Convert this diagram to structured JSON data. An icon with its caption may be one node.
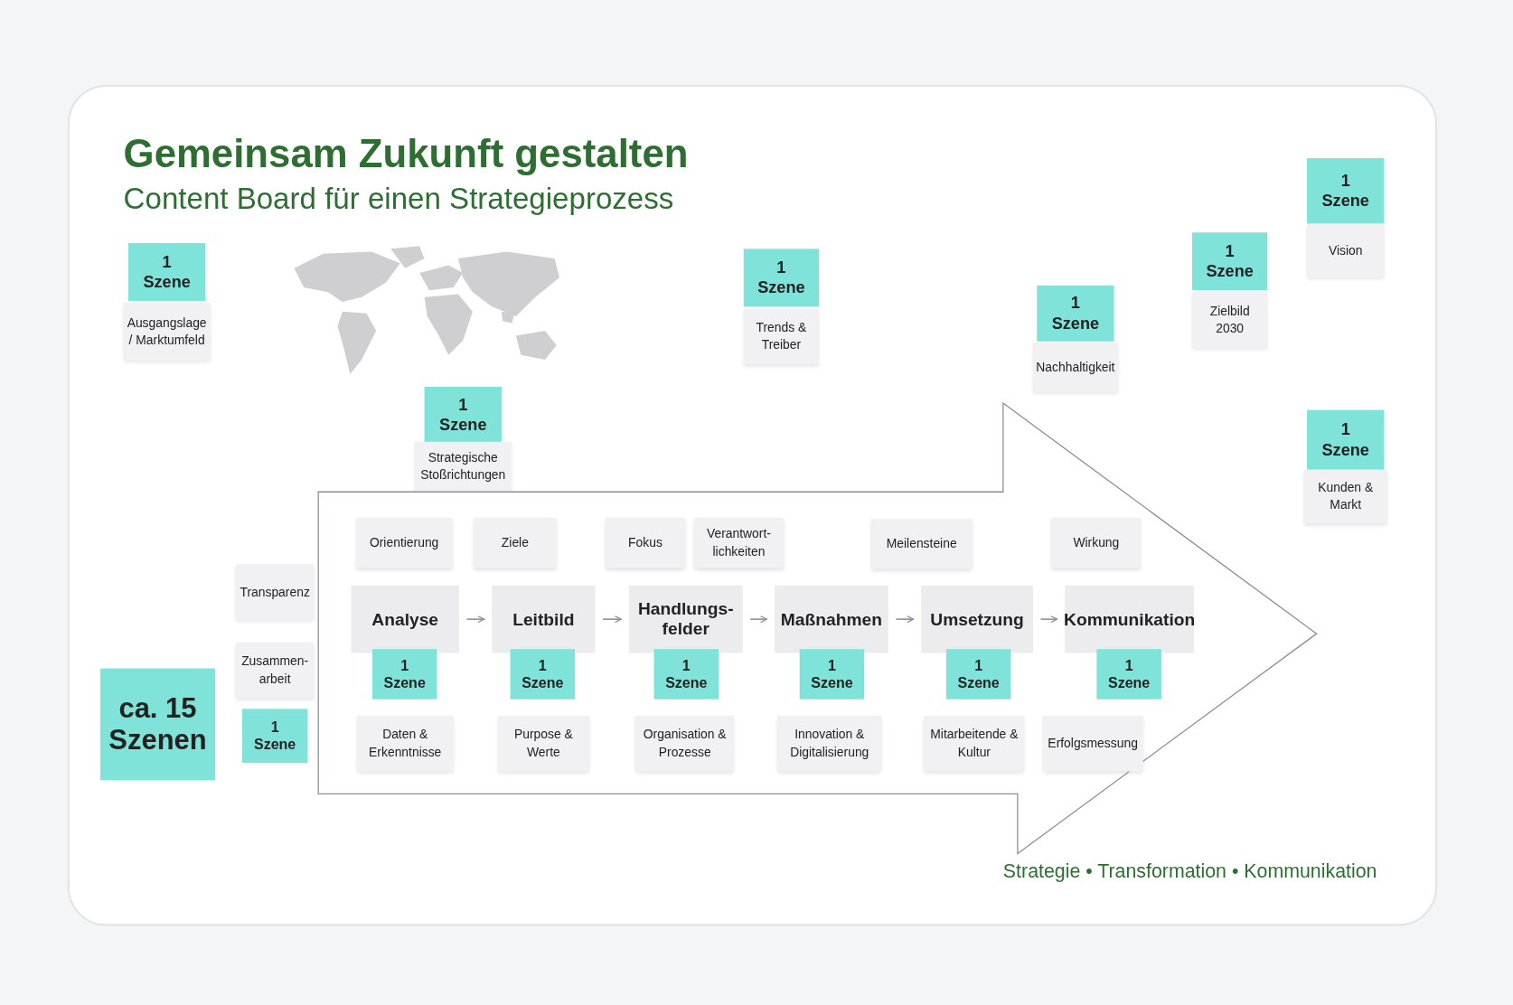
{
  "diagram": {
    "title": "Gemeinsam Zukunft gestalten",
    "nodes": [
      {
        "text": [
          "1 Szene"
        ]
      },
      {
        "text": [
          "Ausgangslage / Marktumfeld"
        ]
      },
      {
        "text": [
          "1 Szene"
        ]
      },
      {
        "text": [
          "Strategische Stoßrichtungen"
        ]
      },
      {
        "text": [
          "1 Szene"
        ]
      },
      {
        "text": [
          "Trends & Treiber"
        ]
      },
      {
        "text": [
          "1 Szene"
        ]
      },
      {
        "text": [
          "Nachhaltigkeit"
        ]
      },
      {
        "text": [
          "1 Szene"
        ]
      },
      {
        "text": [
          "Zielbild 2030"
        ]
      },
      {
        "text": [
          "1 Szene"
        ]
      },
      {
        "text": [
          "Vision"
        ]
      },
      {
        "text": [
          "1 Szene"
        ]
      },
      {
        "text": [
          "Kunden & Markt"
        ]
      },
      {
        "text": [],
        "shape": "arrow"
      },
      {
        "text": [
          "Orientierung"
        ],
        "in": 14
      },
      {
        "text": [
          "Ziele"
        ],
        "in": 14
      },
      {
        "text": [
          "Fokus"
        ],
        "in": 14
      },
      {
        "text": [
          "Verantwort-lichkeiten"
        ],
        "in": 14
      },
      {
        "text": [
          "Meilensteine"
        ],
        "in": 14
      },
      {
        "text": [
          "Wirkung"
        ],
        "in": 14
      },
      {
        "text": [
          "Analyse"
        ],
        "in": 14
      },
      {
        "text": [
          "Leitbild"
        ],
        "in": 14
      },
      {
        "text": [
          "Handlungs-felder"
        ],
        "in": 14
      },
      {
        "text": [
          "Maßnahmen"
        ],
        "in": 14
      },
      {
        "text": [
          "Umsetzung"
        ],
        "in": 14
      },
      {
        "text": [
          "Kommunikation"
        ],
        "in": 14
      },
      {
        "text": [
          "1 Szene"
        ],
        "in": 14
      },
      {
        "text": [
          "1 Szene"
        ],
        "in": 14
      },
      {
        "text": [
          "1 Szene"
        ],
        "in": 14
      },
      {
        "text": [
          "1 Szene"
        ],
        "in": 14
      },
      {
        "text": [
          "1 Szene"
        ],
        "in": 14
      },
      {
        "text": [
          "1 Szene"
        ],
        "in": 14
      },
      {
        "text": [
          "Daten & Erkenntnisse"
        ],
        "in": 14
      },
      {
        "text": [
          "Purpose & Werte"
        ],
        "in": 14
      },
      {
        "text": [
          "Organisation & Prozesse"
        ],
        "in": 14
      },
      {
        "text": [
          "Innovation & Digitalisierung"
        ],
        "in": 14
      },
      {
        "text": [
          "Mitarbeitende & Kultur"
        ],
        "in": 14
      },
      {
        "text": [
          "Erfolgsmessung"
        ],
        "in": 14
      },
      {
        "text": [
          "Transparenz"
        ]
      },
      {
        "text": [
          "Zusammen-arbeit"
        ]
      },
      {
        "text": [
          "1 Szene"
        ]
      },
      {
        "text": [
          "ca. 15 Szenen"
        ]
      }
    ],
    "edges": [
      {
        "from": 21,
        "to": 22,
        "arrow": "to"
      },
      {
        "from": 22,
        "to": 23,
        "arrow": "to"
      },
      {
        "from": 23,
        "to": 24,
        "arrow": "to"
      },
      {
        "from": 24,
        "to": 25,
        "arrow": "to"
      },
      {
        "from": 25,
        "to": 26,
        "arrow": "to"
      }
    ],
    "labels": [
      "Content Board für einen Strategieprozess",
      "Strategie • Transformation • Kommunikation"
    ]
  }
}
